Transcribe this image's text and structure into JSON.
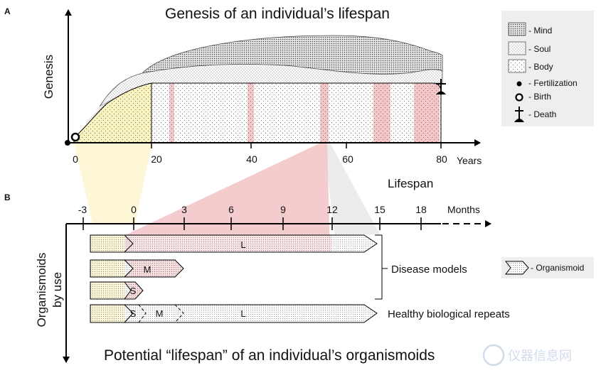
{
  "panel_a": {
    "letter": "A",
    "title": "Genesis of an individual’s lifespan",
    "y_label": "Genesis",
    "x_label": "Lifespan",
    "x_unit": "Years",
    "ticks": [
      "0",
      "20",
      "40",
      "60",
      "80"
    ],
    "legend": {
      "mind": "- Mind",
      "soul": "- Soul",
      "body": "- Body",
      "fertilization": "- Fertilization",
      "birth": "- Birth",
      "death": "- Death"
    }
  },
  "panel_b": {
    "letter": "B",
    "title": "Potential “lifespan” of an individual’s organismoids",
    "y_label_line1": "Organismoids",
    "y_label_line2": "by use",
    "x_unit": "Months",
    "ticks": [
      "-3",
      "0",
      "3",
      "6",
      "9",
      "12",
      "15",
      "18"
    ],
    "bars": {
      "l": "L",
      "m": "M",
      "s": "S",
      "hs": "S",
      "hm": "M",
      "hl": "L"
    },
    "disease_models": "Disease models",
    "healthy_repeats": "Healthy biological repeats",
    "legend_organismoid": "- Organismoid"
  },
  "watermark": "仪器信息网",
  "colors": {
    "pink": "#f4c6c8",
    "yellow": "#fbf3c0",
    "pale_yellow": "#fdf7d8",
    "gray_wedge": "#eeeeee"
  }
}
